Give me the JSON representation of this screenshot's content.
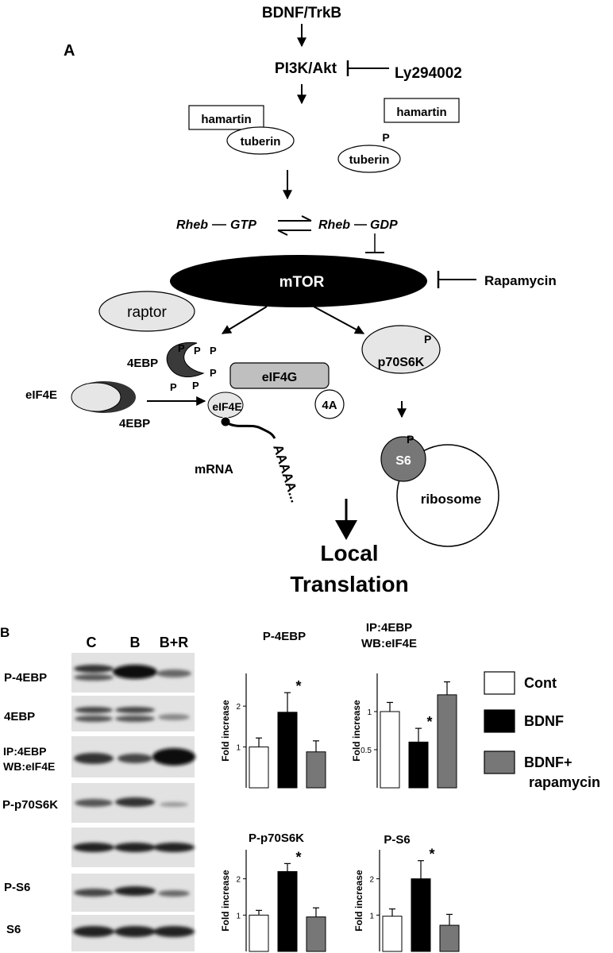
{
  "panel_a": {
    "label": "A",
    "bdnf_trkb": "BDNF/TrkB",
    "pi3k_akt": "PI3K/Akt",
    "ly294002": "Ly294002",
    "hamartin_1": "hamartin",
    "tuberin_1": "tuberin",
    "hamartin_2": "hamartin",
    "tuberin_2": "tuberin",
    "tuberin_p": "P",
    "rheb_gtp_1": "Rheb",
    "rheb_gtp_2": "GTP",
    "rheb_gdp_1": "Rheb",
    "rheb_gdp_2": "GDP",
    "mtor": "mTOR",
    "rapamycin": "Rapamycin",
    "raptor": "raptor",
    "fourebp_phospho": "4EBP",
    "phospho_marks": [
      "P",
      "P",
      "P",
      "P",
      "P",
      "P"
    ],
    "eif4g": "eIF4G",
    "fourA": "4A",
    "eif4e_left": "eIF4E",
    "fourebp_left": "4EBP",
    "eif4e_bound": "eIF4E",
    "p70s6k": "p70S6K",
    "p70s6k_p": "P",
    "s6": "S6",
    "s6_p": "P",
    "ribosome": "ribosome",
    "mrna": "mRNA",
    "polya": "AAAAA...",
    "output_line1": "Local",
    "output_line2": "Translation"
  },
  "panel_b": {
    "label": "B",
    "lanes": [
      "C",
      "B",
      "B+R"
    ],
    "blot_labels": [
      "P-4EBP",
      "4EBP",
      "IP:4EBP",
      "WB:eIF4E",
      "P-p70S6K",
      "P-S6",
      "S6"
    ],
    "legend": {
      "items": [
        "Cont",
        "BDNF",
        "BDNF+",
        "rapamycin"
      ],
      "colors": [
        "#ffffff",
        "#000000",
        "#777777"
      ]
    }
  },
  "chart_data": [
    {
      "type": "bar",
      "title": "P-4EBP",
      "ylabel": "Fold increase",
      "categories": [
        "Cont",
        "BDNF",
        "BDNF+rapamycin"
      ],
      "values": [
        1.0,
        1.85,
        0.88
      ],
      "errors": [
        0.22,
        0.48,
        0.27
      ],
      "ticks": [
        1,
        2
      ],
      "ylim": [
        0,
        2.8
      ],
      "significance": [
        "",
        "*",
        ""
      ]
    },
    {
      "type": "bar",
      "title": "IP:4EBP WB:eIF4E",
      "title_lines": [
        "IP:4EBP",
        "WB:eIF4E"
      ],
      "ylabel": "Fold increase",
      "categories": [
        "Cont",
        "BDNF",
        "BDNF+rapamycin"
      ],
      "values": [
        1.0,
        0.6,
        1.22
      ],
      "errors": [
        0.12,
        0.18,
        0.17
      ],
      "ticks": [
        0.5,
        1
      ],
      "ylim": [
        0,
        1.5
      ],
      "significance": [
        "",
        "*",
        ""
      ]
    },
    {
      "type": "bar",
      "title": "P-p70S6K",
      "ylabel": "Fold increase",
      "categories": [
        "Cont",
        "BDNF",
        "BDNF+rapamycin"
      ],
      "values": [
        1.0,
        2.2,
        0.95
      ],
      "errors": [
        0.13,
        0.22,
        0.25
      ],
      "ticks": [
        1,
        2
      ],
      "ylim": [
        0,
        2.8
      ],
      "significance": [
        "",
        "*",
        ""
      ]
    },
    {
      "type": "bar",
      "title": "P-S6",
      "ylabel": "Fold increase",
      "categories": [
        "Cont",
        "BDNF",
        "BDNF+rapamycin"
      ],
      "values": [
        0.97,
        2.0,
        0.72
      ],
      "errors": [
        0.2,
        0.5,
        0.3
      ],
      "ticks": [
        1,
        2
      ],
      "ylim": [
        0,
        2.8
      ],
      "significance": [
        "",
        "*",
        ""
      ]
    }
  ]
}
